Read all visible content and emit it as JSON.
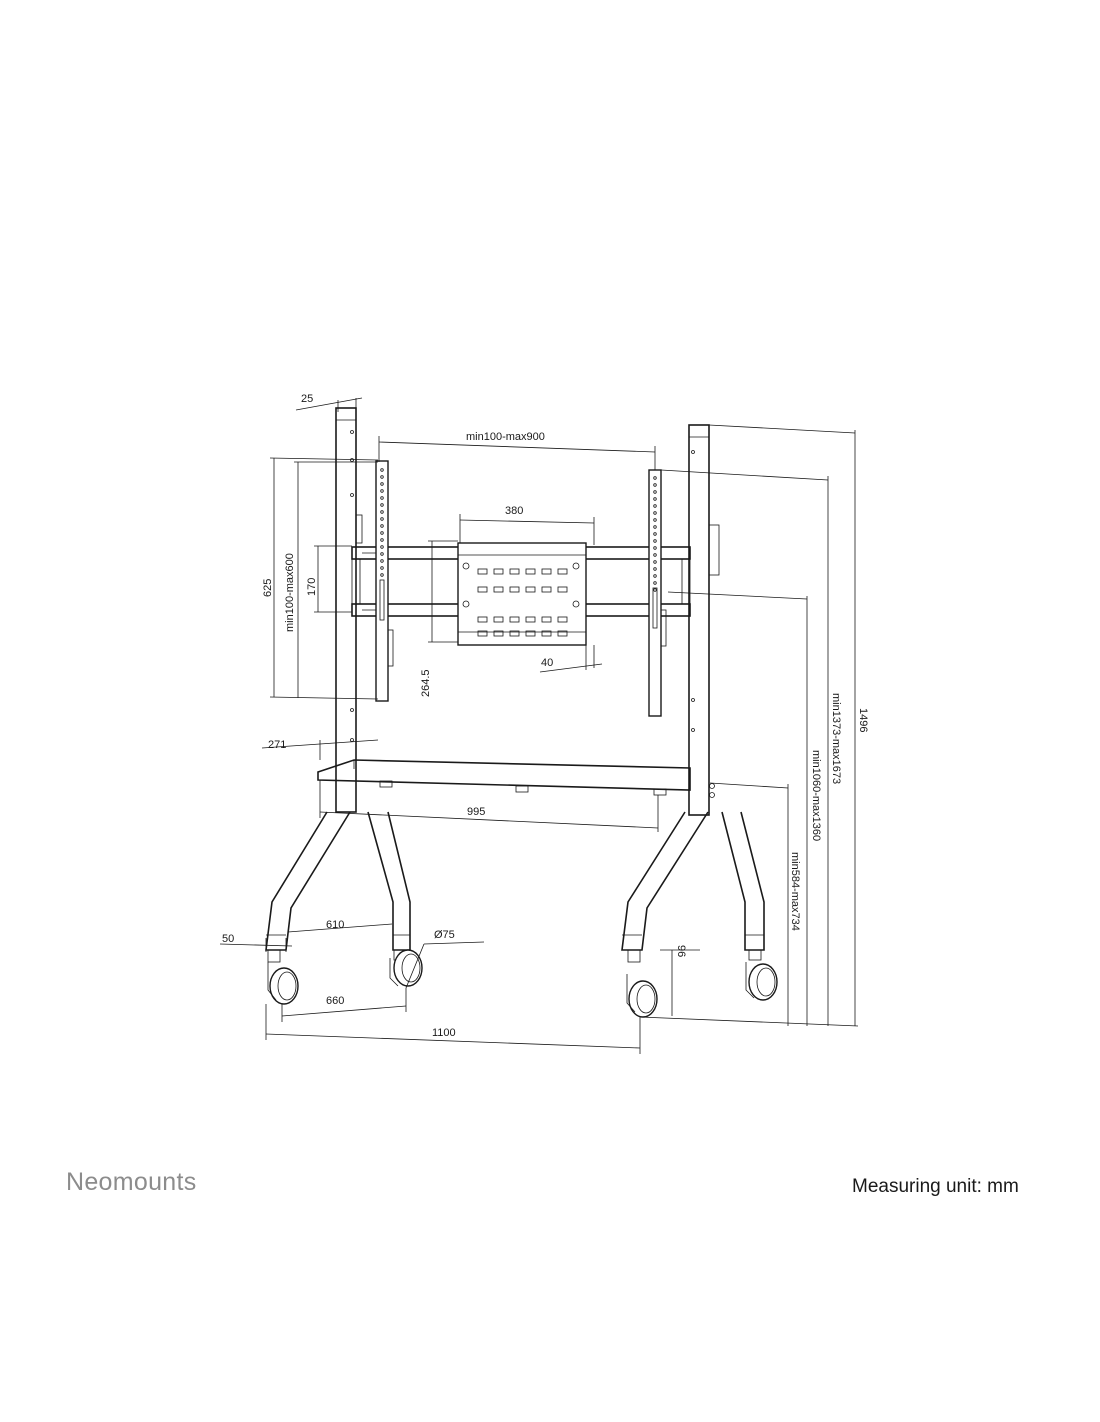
{
  "footer": {
    "brand": "Neomounts",
    "measuring_unit": "Measuring unit: mm"
  },
  "dimensions": {
    "d25": "25",
    "d_vesa_width": "min100-max900",
    "d380": "380",
    "d625": "625",
    "d_vesa_height": "min100-max600",
    "d170": "170",
    "d264_5": "264.5",
    "d40": "40",
    "d271": "271",
    "d995": "995",
    "d610": "610",
    "d50": "50",
    "d75": "Ø75",
    "d96": "96",
    "d660": "660",
    "d1100": "1100",
    "d1496": "1496",
    "d_height_top": "min1373-max1673",
    "d_height_center": "min1060-max1360",
    "d_height_shelf": "min584-max734"
  },
  "colors": {
    "line": "#1a1a1a",
    "brand": "#8c8c8c"
  }
}
